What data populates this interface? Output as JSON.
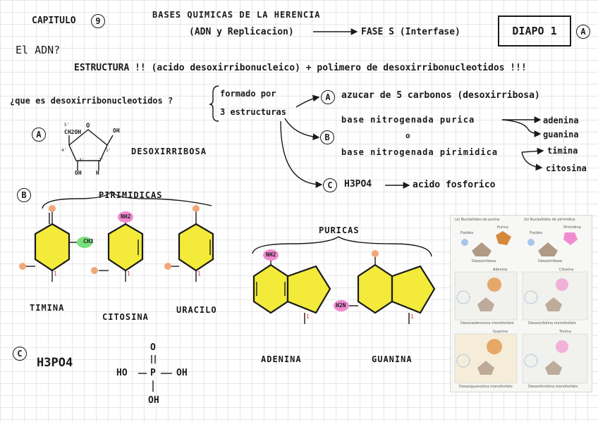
{
  "header": {
    "chapter": "CAPITULO",
    "chapter_num": "9",
    "title_line1": "BASES QUIMICAS DE LA HERENCIA",
    "title_line2": "(ADN y Replicacion)",
    "phase": "FASE S (Interfase)",
    "slide": "DIAPO 1",
    "slide_mark": "A",
    "question": "El ADN?"
  },
  "structure_line": "ESTRUCTURA !! (acido desoxirribonucleico) + polimero de desoxirribonucleotidos !!!",
  "definition": {
    "question": "¿que es desoxirribonucleotidos ?",
    "formed_by_1": "formado por",
    "formed_by_2": "3 estructuras",
    "a_mark": "A",
    "a_text": "azucar de 5 carbonos (desoxirribosa)",
    "b_mark": "B",
    "purine_base": "base nitrogenada purica",
    "or": "o",
    "pyrimidine_base": "base nitrogenada pirimidica",
    "purines": [
      "adenina",
      "guanina"
    ],
    "pyrimidines": [
      "timina",
      "citosina"
    ],
    "c_mark": "C",
    "phosphate": "H3PO4",
    "phosphate_name": "acido fosforico"
  },
  "sugar_section": {
    "mark": "A",
    "label": "DESOXIRRIBOSA",
    "groups": {
      "ch2oh": "CH2OH",
      "oh_right": "OH",
      "oh_bottom": "OH",
      "h_bottom": "H",
      "ring_o": "O",
      "c5": "5'",
      "c4": "4'",
      "c3": "3'",
      "c2": "2'",
      "c1": "1'"
    }
  },
  "pyrimidines_section": {
    "mark": "B",
    "title": "PIRIMIDICAS",
    "names": [
      "TIMINA",
      "CITOSINA",
      "URACILO"
    ],
    "ch3": "CH3",
    "nh2": "NH2"
  },
  "purines_section": {
    "title": "PURICAS",
    "names": [
      "ADENINA",
      "GUANINA"
    ],
    "nh2": "NH2",
    "h2n": "H2N"
  },
  "phosphate_section": {
    "mark": "C",
    "formula": "H3PO4",
    "o_top": "O",
    "ho": "HO",
    "p": "P",
    "oh_right": "OH",
    "oh_bottom": "OH"
  },
  "reference_panel": {
    "col_a": "(a) Nucleótidos de purina",
    "col_b": "(b) Nucleótidos de pirimidina",
    "fosfato": "Fosfato",
    "purina": "Purina",
    "pirimidina": "Pirimidina",
    "desoxirribosa": "Desoxirribosa",
    "adenina": "Adenina",
    "citosina": "Citosina",
    "guanina": "Guanina",
    "timina": "Timina",
    "m1": "Desoxiadenosina monofosfato",
    "m2": "Desoxicitidina monofosfato",
    "m3": "Desoxiguanosina monofosfato",
    "m4": "Desoxitimidina monofosfato"
  },
  "colors": {
    "ink": "#1a1a1a",
    "ring_fill": "#f3ea3a",
    "oxygen": "#f0a878",
    "nh2": "#f08bd0",
    "ch3": "#79e07a",
    "n_mark": "#e0302f"
  }
}
